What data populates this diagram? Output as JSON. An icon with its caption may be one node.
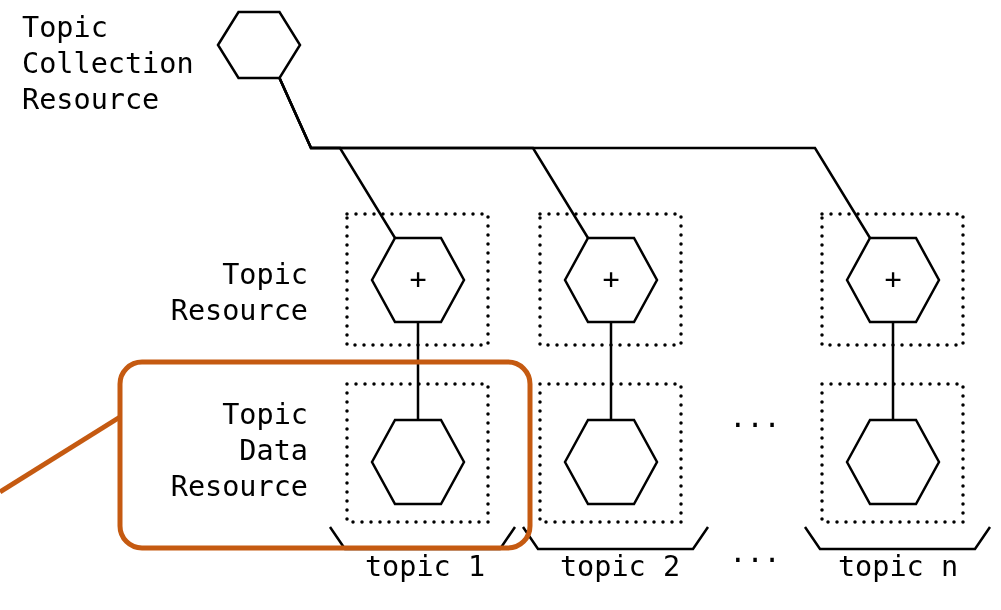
{
  "diagram": {
    "nodes": [
      {
        "text": [],
        "shape": "hexagon",
        "beside": [
          "Topic Collection Resource"
        ]
      },
      {
        "text": [],
        "shape": "box"
      },
      {
        "text": [
          "+"
        ],
        "in": 1,
        "beside": [
          "Topic Resource"
        ]
      },
      {
        "text": [],
        "shape": "box"
      },
      {
        "text": [
          "+"
        ],
        "in": 3
      },
      {
        "text": [],
        "shape": "box"
      },
      {
        "text": [
          "+"
        ],
        "in": 5
      },
      {
        "text": [],
        "shape": "box"
      },
      {
        "text": [],
        "shape": "box",
        "in": 7
      },
      {
        "text": [],
        "shape": "hexagon",
        "in": 8,
        "beside": [
          "Topic Data Resource"
        ]
      },
      {
        "text": [],
        "shape": "box"
      },
      {
        "text": [],
        "shape": "hexagon",
        "in": 10
      },
      {
        "text": [],
        "shape": "box"
      },
      {
        "text": [],
        "shape": "hexagon",
        "in": 12
      }
    ],
    "edges": [
      {
        "from": 0,
        "to": 2,
        "arrow": "none"
      },
      {
        "from": 0,
        "to": 4,
        "arrow": "none"
      },
      {
        "from": 0,
        "to": 6,
        "arrow": "none"
      },
      {
        "from": 2,
        "to": 9,
        "arrow": "none"
      },
      {
        "from": 4,
        "to": 11,
        "arrow": "none"
      },
      {
        "from": 6,
        "to": 13,
        "arrow": "none"
      },
      {
        "from": null,
        "to": 7,
        "arrow": "none",
        "style": "thick",
        "color": "#c55a11"
      }
    ],
    "labels": [
      "...",
      "topic 1",
      "topic 2",
      "...",
      "topic n"
    ]
  }
}
